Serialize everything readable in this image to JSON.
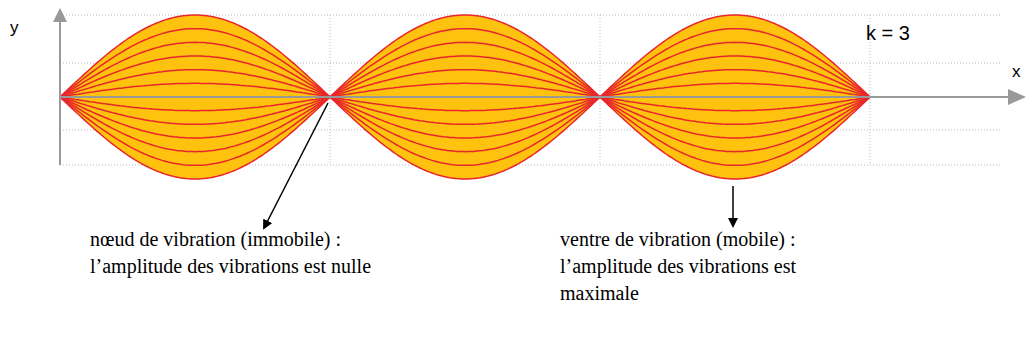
{
  "diagram": {
    "labels": [
      "y",
      "x",
      "k = 3",
      "nœud de vibration (immobile) : l’amplitude des vibrations est nulle",
      "ventre de vibration (mobile) : l’amplitude des vibrations est maximale"
    ]
  }
}
